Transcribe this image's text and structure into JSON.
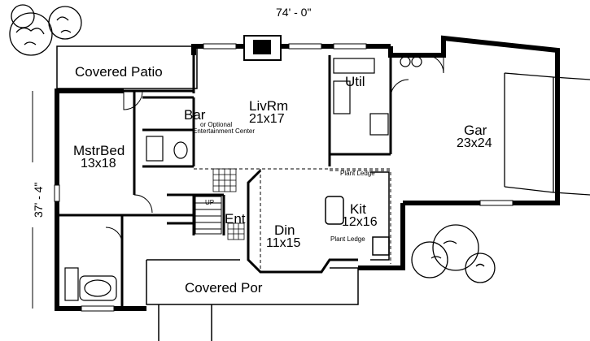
{
  "dimensions": {
    "width": "74' - 0\"",
    "depth": "37' - 4\""
  },
  "rooms": {
    "covered_patio": {
      "name": "Covered Patio"
    },
    "util": {
      "name": "Util"
    },
    "bar": {
      "name": "Bar",
      "note_1": "or Optional",
      "note_2": "Entertainment Center"
    },
    "livrm": {
      "name": "LivRm",
      "size": "21x17"
    },
    "gar": {
      "name": "Gar",
      "size": "23x24"
    },
    "mstrbed": {
      "name": "MstrBed",
      "size": "13x18"
    },
    "kit": {
      "name": "Kit",
      "size": "12x16"
    },
    "ent": {
      "name": "Ent"
    },
    "din": {
      "name": "Din",
      "size": "11x15"
    },
    "covered_por": {
      "name": "Covered Por"
    }
  },
  "notes": {
    "plant_ledge_upper": "Plant Ledge",
    "plant_ledge_lower": "Plant Ledge",
    "stair_up": "UP"
  }
}
